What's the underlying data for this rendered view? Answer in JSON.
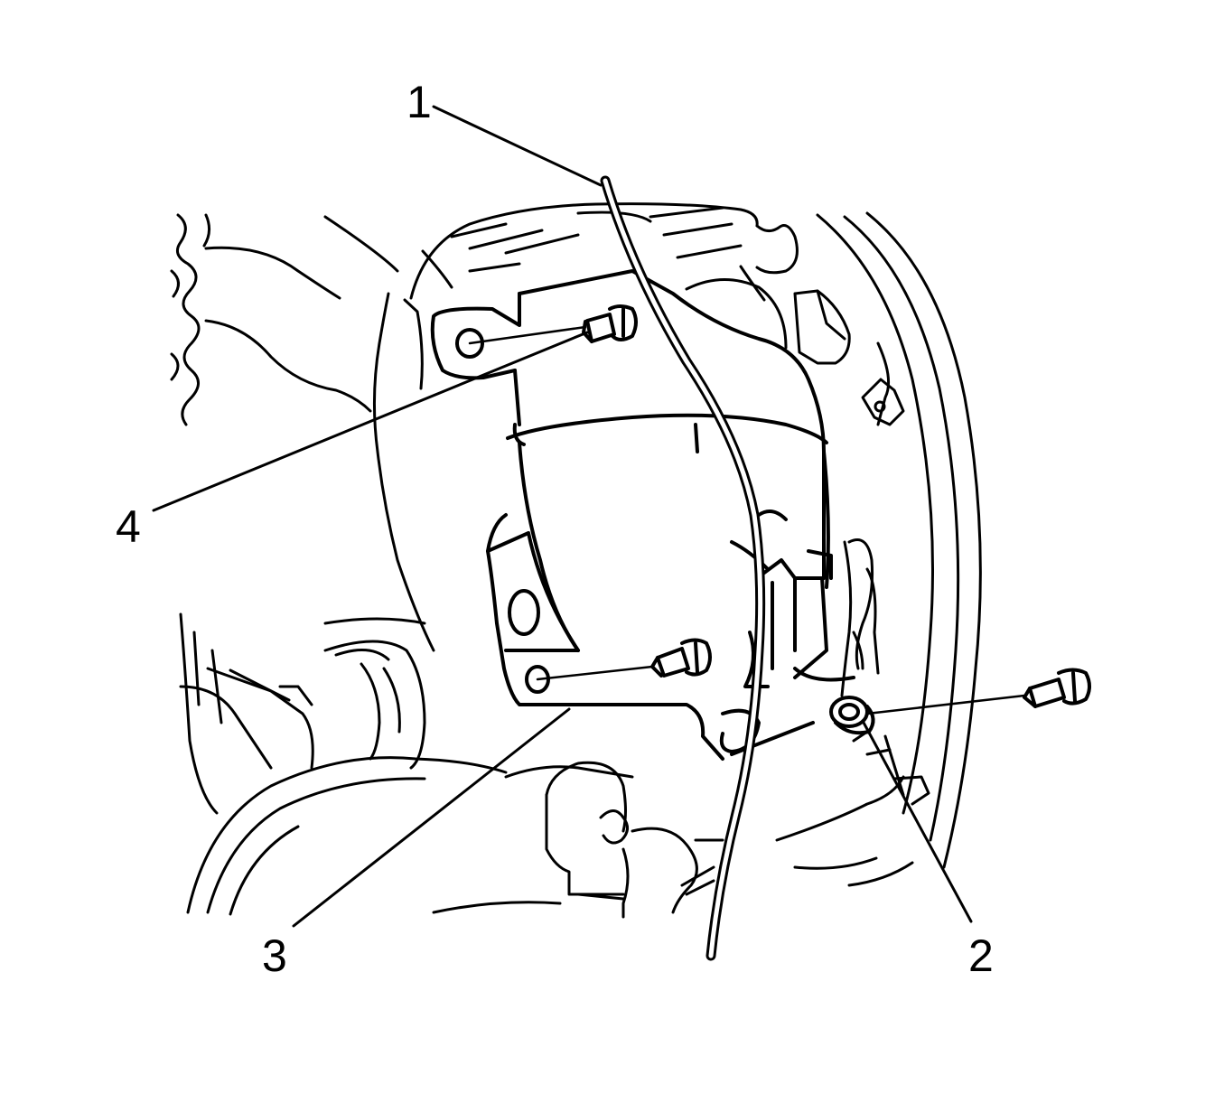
{
  "diagram": {
    "line_color": "#000000",
    "background": "#ffffff",
    "callouts": [
      {
        "id": "1",
        "label": "1",
        "part": "washer-hose"
      },
      {
        "id": "2",
        "label": "2",
        "part": "ground-terminal-bolt"
      },
      {
        "id": "3",
        "label": "3",
        "part": "reservoir-mounting-bracket"
      },
      {
        "id": "4",
        "label": "4",
        "part": "mounting-bolt"
      }
    ]
  }
}
